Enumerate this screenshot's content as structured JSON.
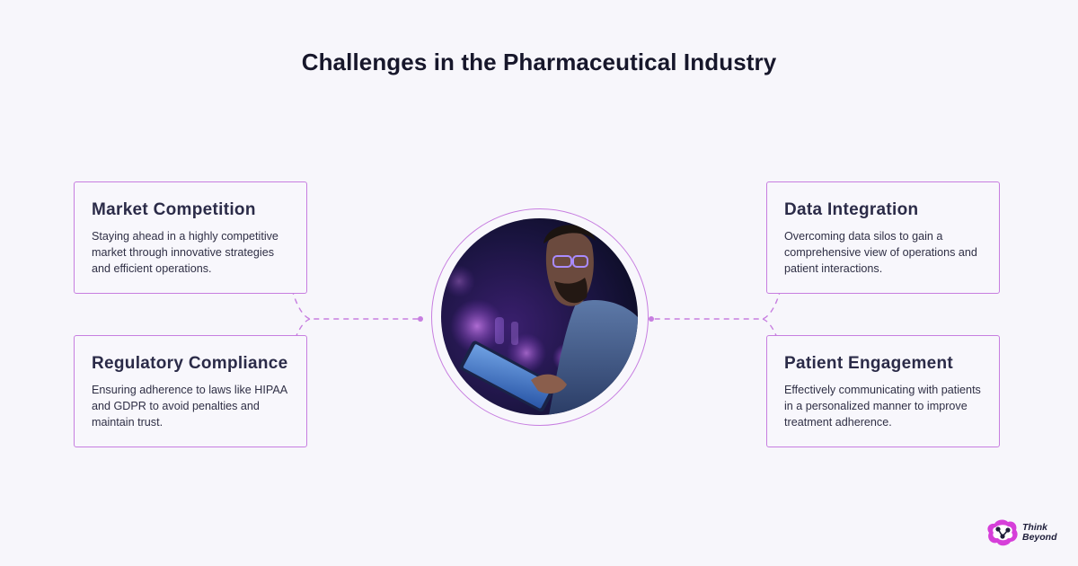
{
  "title": "Challenges in the Pharmaceutical Industry",
  "cards": [
    {
      "heading": "Market Competition",
      "body": "Staying ahead in a highly competitive market through innovative strategies and efficient operations."
    },
    {
      "heading": "Regulatory Compliance",
      "body": "Ensuring adherence to laws like HIPAA and GDPR to avoid penalties and maintain trust."
    },
    {
      "heading": "Data Integration",
      "body": "Overcoming data silos to gain a comprehensive view of operations and patient interactions."
    },
    {
      "heading": "Patient Engagement",
      "body": "Effectively communicating with patients in a personalized manner to improve treatment adherence."
    }
  ],
  "center_image": {
    "icon": "scientist-with-tablet-photo"
  },
  "logo": {
    "line1": "Think",
    "line2": "Beyond"
  },
  "colors": {
    "accent": "#c77ee0",
    "background": "#f7f6fb",
    "title": "#17172b",
    "heading": "#2b2b48"
  }
}
